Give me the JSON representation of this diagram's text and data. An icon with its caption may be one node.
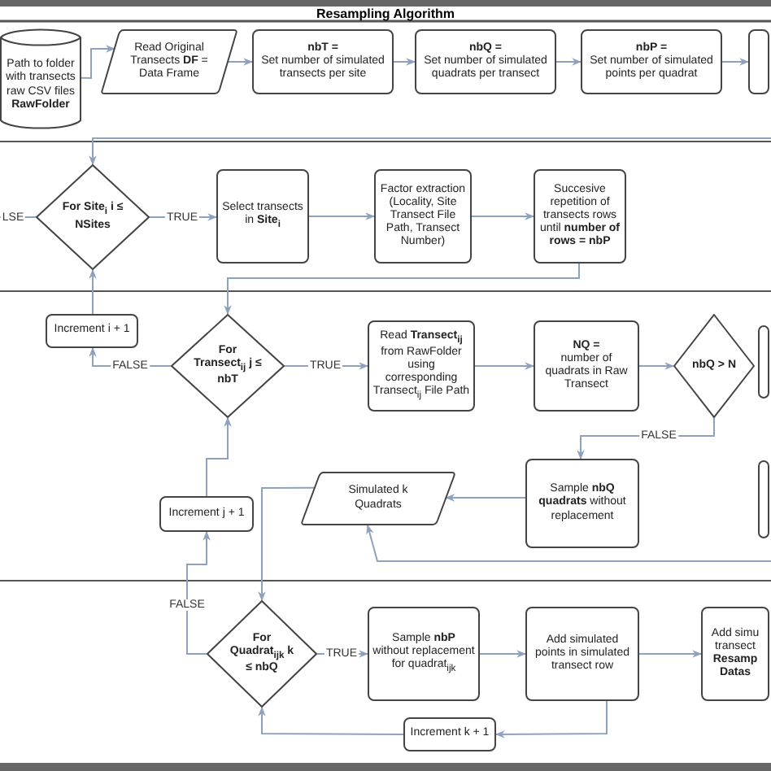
{
  "diagram": {
    "title": "Resampling Algorithm",
    "nodes": [
      {
        "text": [
          "Path to folder with transects raw CSV files **RawFolder**"
        ]
      },
      {
        "text": [
          "Read Original Transects **DF** = Data Frame"
        ]
      },
      {
        "text": [
          "nbT =",
          "Set number of simulated transects per site"
        ]
      },
      {
        "text": [
          "nbQ =",
          "Set number of simulated quadrats per transect"
        ]
      },
      {
        "text": [
          "nbP =",
          "Set number of simulated points per quadrat"
        ]
      },
      {
        "text": [],
        "shape": "box"
      },
      {
        "text": [
          "For Site$_{i}$ i ≤ NSites"
        ]
      },
      {
        "text": [
          "Select transects in **Site$_{i}$**"
        ]
      },
      {
        "text": [
          "Factor extraction (Locality, Site Transect File Path, Transect Number)"
        ]
      },
      {
        "text": [
          "Succesive repetition of transects rows until **number of rows = nbP**"
        ]
      },
      {
        "text": [
          "Increment i + 1"
        ]
      },
      {
        "text": [
          "For Transect$_{ij}$ j ≤ nbT"
        ]
      },
      {
        "text": [
          "Read **Transect$_{ij}$** from RawFolder using corresponding Transect$_{ij}$ File Path"
        ]
      },
      {
        "text": [
          "NQ =",
          "number of quadrats in Raw Transect"
        ]
      },
      {
        "text": [
          "nbQ > N"
        ]
      },
      {
        "text": [],
        "shape": "box"
      },
      {
        "text": [],
        "shape": "box"
      },
      {
        "text": [
          "Increment j + 1"
        ]
      },
      {
        "text": [
          "Simulated k Quadrats"
        ]
      },
      {
        "text": [
          "Sample **nbQ quadrats** without replacement"
        ]
      },
      {
        "text": [
          "For Quadrat$_{ijk}$ k ≤ nbQ"
        ]
      },
      {
        "text": [
          "Sample **nbP** without replacement for quadrat$_{ijk}$"
        ]
      },
      {
        "text": [
          "Add simulated points in simulated transect row"
        ]
      },
      {
        "text": [
          "Add simu transect **Resamp Datas**"
        ]
      },
      {
        "text": [
          "Increment k + 1"
        ]
      }
    ],
    "edges": [
      {
        "from": 0,
        "to": 1,
        "arrow": "to"
      },
      {
        "from": 1,
        "to": 2,
        "arrow": "to"
      },
      {
        "from": 2,
        "to": 3,
        "arrow": "to"
      },
      {
        "from": 3,
        "to": 4,
        "arrow": "to"
      },
      {
        "from": 4,
        "to": 5,
        "arrow": "to"
      },
      {
        "from": null,
        "to": 6,
        "arrow": "to"
      },
      {
        "from": 6,
        "to": null,
        "arrow": "none",
        "label": "LSE"
      },
      {
        "from": 6,
        "to": 7,
        "arrow": "to",
        "label": "TRUE"
      },
      {
        "from": 7,
        "to": 8,
        "arrow": "to"
      },
      {
        "from": 8,
        "to": 9,
        "arrow": "to"
      },
      {
        "from": 9,
        "to": 11,
        "arrow": "to"
      },
      {
        "from": 10,
        "to": 6,
        "arrow": "to"
      },
      {
        "from": 11,
        "to": 10,
        "arrow": "to",
        "label": "FALSE"
      },
      {
        "from": 11,
        "to": 12,
        "arrow": "to",
        "label": "TRUE"
      },
      {
        "from": 12,
        "to": 13,
        "arrow": "to"
      },
      {
        "from": 13,
        "to": 14,
        "arrow": "to"
      },
      {
        "from": 14,
        "to": 19,
        "arrow": "to",
        "label": "FALSE"
      },
      {
        "from": 19,
        "to": 18,
        "arrow": "to"
      },
      {
        "from": null,
        "to": 18,
        "arrow": "to"
      },
      {
        "from": 18,
        "to": 20,
        "arrow": "to"
      },
      {
        "from": 20,
        "to": 17,
        "arrow": "to",
        "label": "FALSE"
      },
      {
        "from": 17,
        "to": 11,
        "arrow": "to"
      },
      {
        "from": 20,
        "to": 21,
        "arrow": "to",
        "label": "TRUE"
      },
      {
        "from": 21,
        "to": 22,
        "arrow": "to"
      },
      {
        "from": 22,
        "to": 23,
        "arrow": "to"
      },
      {
        "from": 22,
        "to": 24,
        "arrow": "to"
      },
      {
        "from": 24,
        "to": 20,
        "arrow": "to"
      }
    ]
  }
}
